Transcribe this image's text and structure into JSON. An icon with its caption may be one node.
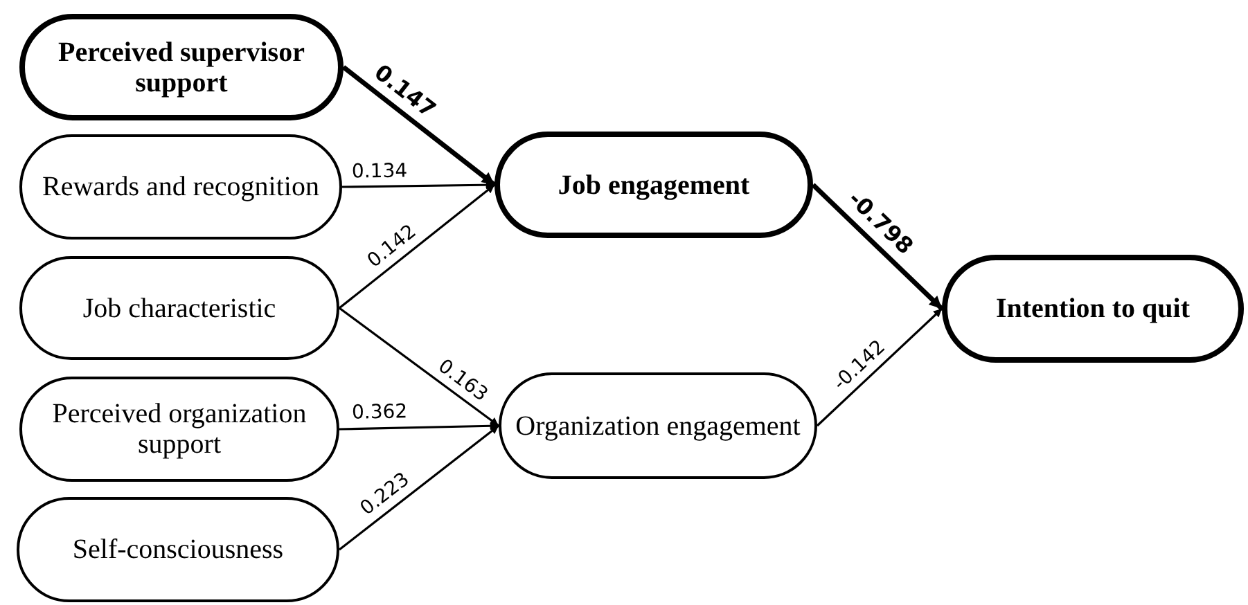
{
  "diagram": {
    "nodes": [
      {
        "text": [
          "Perceived supervisor support"
        ]
      },
      {
        "text": [
          "Rewards and recognition"
        ]
      },
      {
        "text": [
          "Job characteristic"
        ]
      },
      {
        "text": [
          "Perceived organization support"
        ]
      },
      {
        "text": [
          "Self-consciousness"
        ]
      },
      {
        "text": [
          "Job engagement"
        ]
      },
      {
        "text": [
          "Organization engagement"
        ]
      },
      {
        "text": [
          "Intention to quit"
        ]
      }
    ],
    "edges": [
      {
        "from": 0,
        "to": 5,
        "arrow": "to",
        "label": "0.147",
        "style": "thick"
      },
      {
        "from": 1,
        "to": 5,
        "arrow": "to",
        "label": "0.134"
      },
      {
        "from": 2,
        "to": 5,
        "arrow": "to",
        "label": "0.142"
      },
      {
        "from": 2,
        "to": 6,
        "arrow": "to",
        "label": "0.163"
      },
      {
        "from": 3,
        "to": 6,
        "arrow": "to",
        "label": "0.362"
      },
      {
        "from": 4,
        "to": 6,
        "arrow": "to",
        "label": "0.223"
      },
      {
        "from": 5,
        "to": 7,
        "arrow": "to",
        "label": "-0.798",
        "style": "thick"
      },
      {
        "from": 6,
        "to": 7,
        "arrow": "to",
        "label": "-0.142"
      }
    ]
  }
}
